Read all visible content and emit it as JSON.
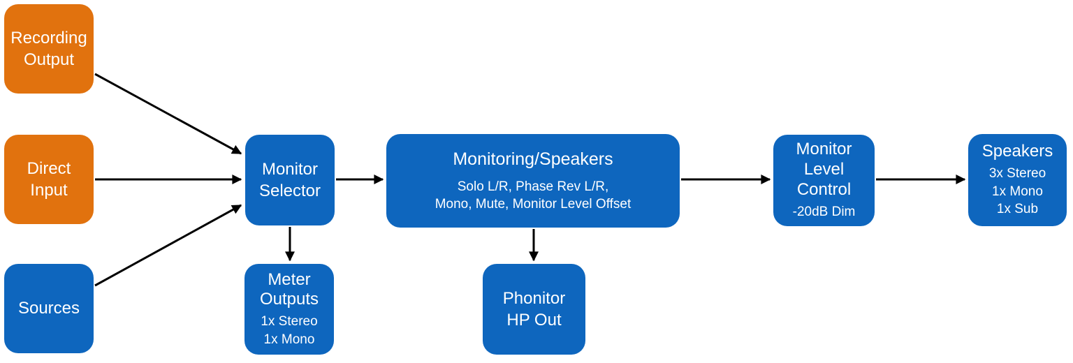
{
  "colors": {
    "orange": "#E1720E",
    "blue": "#0E66BE",
    "arrow": "#000000",
    "text": "#FFFFFF",
    "background": "#FFFFFF"
  },
  "nodes": {
    "recording_output": {
      "title": "Recording\nOutput"
    },
    "direct_input": {
      "title": "Direct\nInput"
    },
    "sources": {
      "title": "Sources"
    },
    "monitor_selector": {
      "title": "Monitor\nSelector"
    },
    "monitoring_speakers": {
      "title": "Monitoring/Speakers",
      "subtitle": "Solo L/R, Phase Rev L/R,\nMono, Mute, Monitor Level Offset"
    },
    "monitor_level_control": {
      "title": "Monitor\nLevel\nControl",
      "subtitle": "-20dB Dim"
    },
    "speakers": {
      "title": "Speakers",
      "subtitle": "3x Stereo\n1x Mono\n1x Sub"
    },
    "meter_outputs": {
      "title": "Meter\nOutputs",
      "subtitle": "1x Stereo\n1x Mono"
    },
    "phonitor_hp_out": {
      "title": "Phonitor\nHP Out"
    }
  },
  "connections": [
    {
      "from": "recording_output",
      "to": "monitor_selector"
    },
    {
      "from": "direct_input",
      "to": "monitor_selector"
    },
    {
      "from": "sources",
      "to": "monitor_selector"
    },
    {
      "from": "monitor_selector",
      "to": "monitoring_speakers"
    },
    {
      "from": "monitor_selector",
      "to": "meter_outputs"
    },
    {
      "from": "monitoring_speakers",
      "to": "monitor_level_control"
    },
    {
      "from": "monitoring_speakers",
      "to": "phonitor_hp_out"
    },
    {
      "from": "monitor_level_control",
      "to": "speakers"
    }
  ]
}
